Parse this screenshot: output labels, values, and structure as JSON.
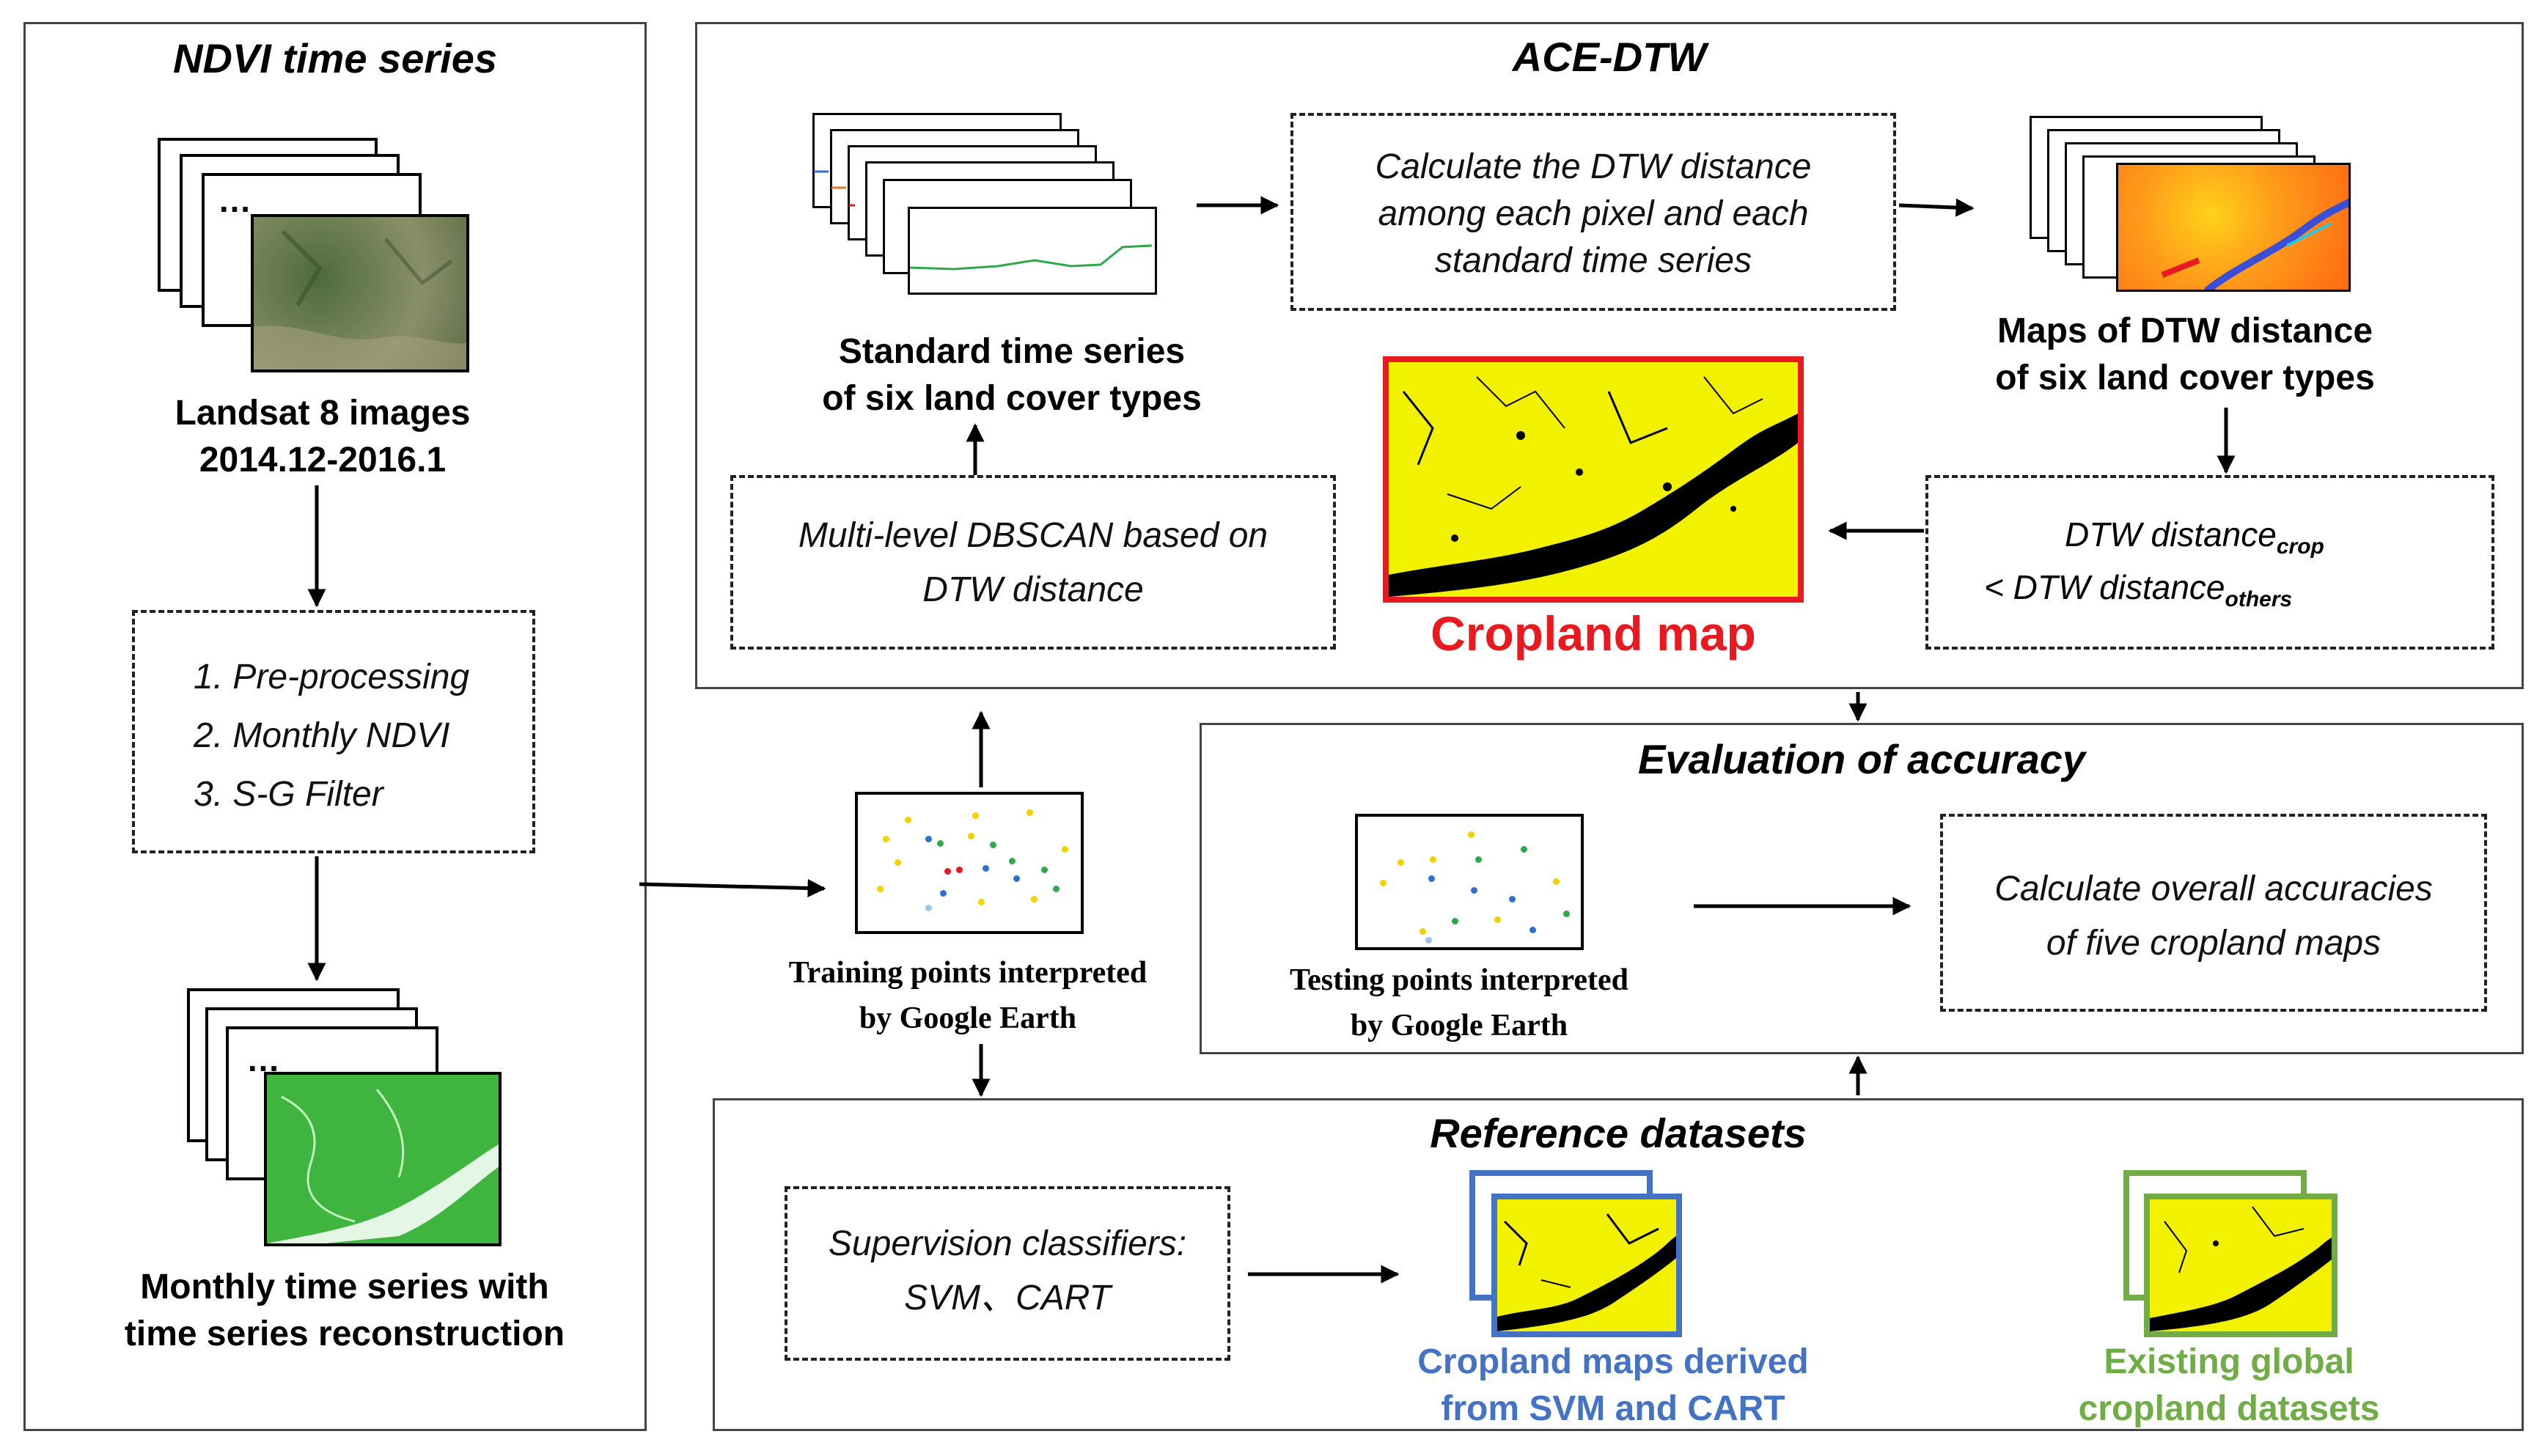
{
  "ndvi": {
    "title": "NDVI time series",
    "stack_ellipsis": "…",
    "landsat_label": [
      "Landsat 8 images",
      "2014.12-2016.1"
    ],
    "steps": [
      "1. Pre-processing",
      "2. Monthly NDVI",
      "3. S-G Filter"
    ],
    "monthly_label": [
      "Monthly time series with",
      "time series reconstruction"
    ]
  },
  "ace": {
    "title": "ACE-DTW",
    "standard_label": [
      "Standard time series",
      "of six land cover types"
    ],
    "calc_box": [
      "Calculate the DTW distance",
      "among each pixel and each",
      "standard time series"
    ],
    "maps_label": [
      "Maps of DTW distance",
      "of six land cover types"
    ],
    "dbscan_box": [
      "Multi-level DBSCAN based on",
      "DTW distance"
    ],
    "cropland_map_label": "Cropland map",
    "compare": {
      "line1_main": "DTW distance",
      "line1_sub": "crop",
      "line2_main": "< DTW distance",
      "line2_sub": "others"
    }
  },
  "training": {
    "label": [
      "Training points interpreted",
      "by Google Earth"
    ]
  },
  "evaluation": {
    "title": "Evaluation of accuracy",
    "testing_label": [
      "Testing points interpreted",
      "by Google Earth"
    ],
    "calc_box": [
      "Calculate overall accuracies",
      "of  five cropland maps"
    ]
  },
  "reference": {
    "title": "Reference datasets",
    "classifier_box": [
      "Supervision  classifiers:",
      "SVM、CART"
    ],
    "svm_label": [
      "Cropland maps derived",
      "from SVM and CART"
    ],
    "global_label": [
      "Existing global",
      "cropland datasets"
    ]
  },
  "colors": {
    "cropland_red": "#e8191f",
    "svm_blue": "#4472c4",
    "global_green": "#70ad47",
    "crop_yellow": "#f2f200"
  }
}
